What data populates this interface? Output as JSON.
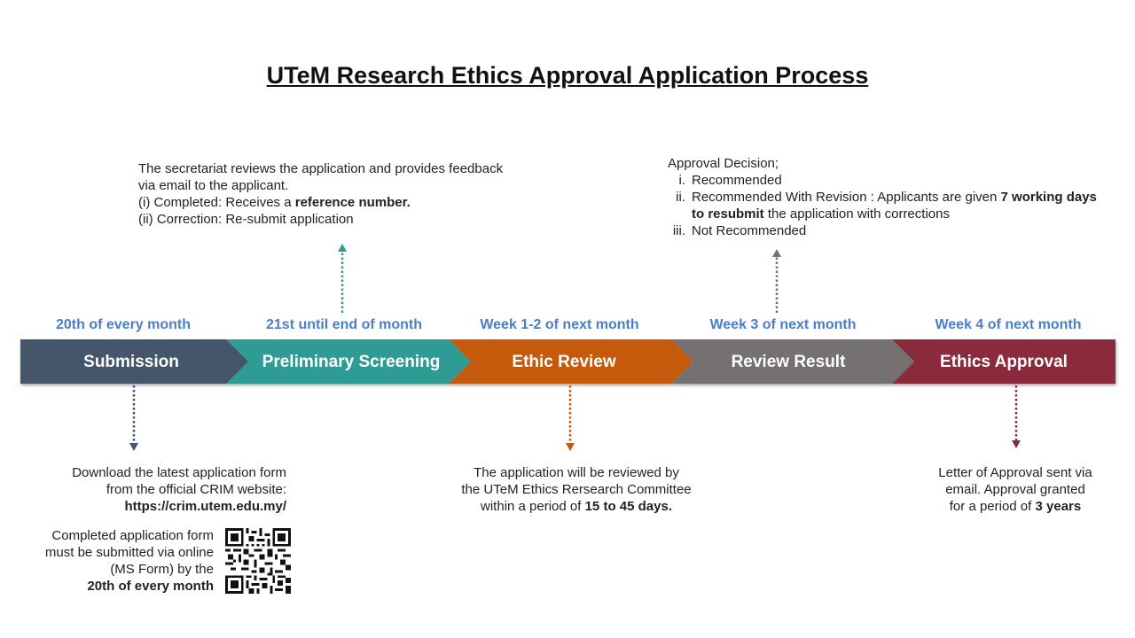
{
  "title": "UTeM Research Ethics Approval Application Process",
  "colors": {
    "submission": "#44546a",
    "screening": "#2e9c94",
    "review": "#c55a11",
    "result": "#767171",
    "approval": "#8b2c3c",
    "period_text": "#4a7ec9"
  },
  "stages": [
    {
      "label": "Submission",
      "period": "20th of every month"
    },
    {
      "label": "Preliminary Screening",
      "period": "21st until end of month"
    },
    {
      "label": "Ethic Review",
      "period": "Week 1-2 of next month"
    },
    {
      "label": "Review Result",
      "period": "Week 3 of next month"
    },
    {
      "label": "Ethics Approval",
      "period": "Week 4 of next month"
    }
  ],
  "screening_note": {
    "line1": "The secretariat reviews the application and provides feedback",
    "line2": "via email to the applicant.",
    "line3_prefix": "(i) Completed: Receives a ",
    "line3_bold": "reference number.",
    "line4": "(ii) Correction: Re-submit application"
  },
  "result_note": {
    "heading": "Approval Decision;",
    "items": [
      {
        "num": "i.",
        "text": "Recommended"
      },
      {
        "num": "ii.",
        "prefix": "Recommended With Revision : Applicants are given ",
        "bold": "7 working days to resubmit",
        "suffix": " the application with corrections"
      },
      {
        "num": "iii.",
        "text": "Not Recommended"
      }
    ]
  },
  "submission_note": {
    "line1": "Download the latest application form",
    "line2": "from the official CRIM website:",
    "url": "https://crim.utem.edu.my/",
    "ms_line1": "Completed application form",
    "ms_line2": "must be submitted via online",
    "ms_line3": "(MS Form) by the",
    "ms_bold": "20th of every month"
  },
  "review_note": {
    "line1": "The application will be reviewed by",
    "line2": "the UTeM Ethics Rersearch Committee",
    "line3_prefix": "within a period of ",
    "line3_bold": "15 to 45 days."
  },
  "approval_note": {
    "line1": "Letter of Approval sent via",
    "line2": "email. Approval granted",
    "line3_prefix": "for a period of ",
    "line3_bold": "3 years"
  }
}
